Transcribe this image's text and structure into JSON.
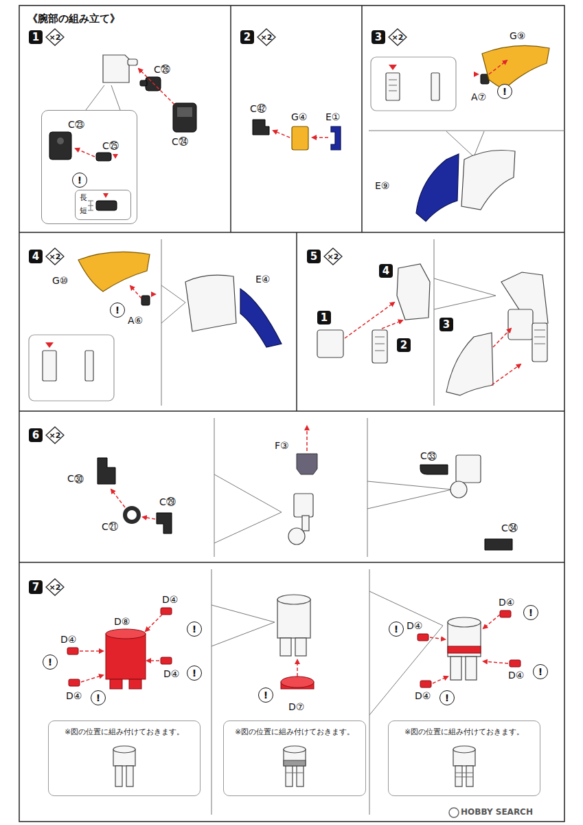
{
  "diagram": {
    "title": "《腕部の組み立て》",
    "nodes": [
      {
        "text": [
          "1"
        ]
      },
      {
        "text": [
          "×2"
        ]
      },
      {
        "text": [
          "C㉓",
          "C㉕"
        ]
      },
      {
        "text": [
          "!"
        ],
        "in": 2
      },
      {
        "text": [
          "長",
          "短"
        ],
        "in": 2
      },
      {
        "text": [
          "2"
        ]
      },
      {
        "text": [
          "×2"
        ]
      },
      {
        "text": [
          "3"
        ]
      },
      {
        "text": [
          "×2"
        ]
      },
      {
        "text": [
          "!"
        ]
      },
      {
        "text": [
          "4"
        ]
      },
      {
        "text": [
          "×2"
        ]
      },
      {
        "text": [
          "!"
        ]
      },
      {
        "text": [
          "5"
        ]
      },
      {
        "text": [
          "×2"
        ]
      },
      {
        "text": [
          "4"
        ]
      },
      {
        "text": [
          "1"
        ]
      },
      {
        "text": [
          "2"
        ]
      },
      {
        "text": [
          "3"
        ]
      },
      {
        "text": [
          "6"
        ]
      },
      {
        "text": [
          "×2"
        ]
      },
      {
        "text": [
          "7"
        ]
      },
      {
        "text": [
          "×2"
        ]
      },
      {
        "text": [
          "!"
        ]
      },
      {
        "text": [
          "!"
        ]
      },
      {
        "text": [
          "!"
        ]
      },
      {
        "text": [
          "!"
        ]
      },
      {
        "text": [
          "!"
        ]
      },
      {
        "text": [
          "!"
        ]
      },
      {
        "text": [
          "!"
        ]
      },
      {
        "text": [
          "!"
        ]
      },
      {
        "text": [
          "!"
        ]
      },
      {
        "text": [
          "※図の位置に組み付けておきます。"
        ]
      },
      {
        "text": [
          "※図の位置に組み付けておきます。"
        ]
      },
      {
        "text": [
          "※図の位置に組み付けておきます。"
        ]
      }
    ],
    "labels": [
      "C㉖",
      "C㉔",
      "C㊷",
      "G④",
      "E①",
      "G⑨",
      "A⑦",
      "E⑨",
      "G⑩",
      "A⑥",
      "E④",
      "C㉚",
      "C㉑",
      "C㉙",
      "F③",
      "C㉝",
      "C㉞",
      "D④",
      "D⑧",
      "D④",
      "D④",
      "D④",
      "D⑦",
      "D④",
      "D④",
      "D④",
      "D④",
      "HOBBY SEARCH"
    ]
  }
}
